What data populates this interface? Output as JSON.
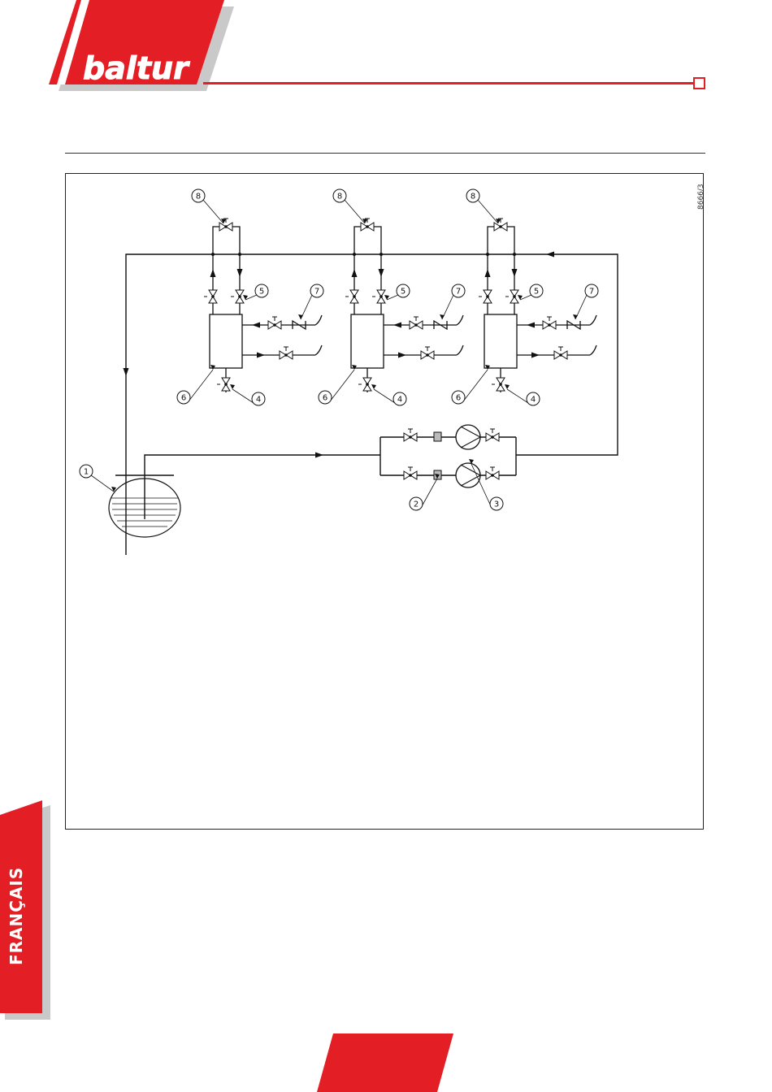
{
  "brand": {
    "logo_text": "baltur",
    "accent_color": "#e31e24"
  },
  "sidebar": {
    "language_label": "FRANÇAIS"
  },
  "diagram": {
    "drawing_code": "8666/3",
    "callouts": [
      "1",
      "2",
      "3",
      "4",
      "5",
      "6",
      "7",
      "8"
    ]
  }
}
